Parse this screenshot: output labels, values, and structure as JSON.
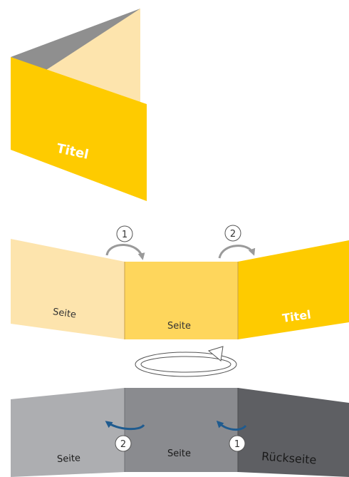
{
  "colors": {
    "panel_light": "#fde4ad",
    "panel_mid": "#fed65c",
    "panel_accent": "#fecb00",
    "edge_dark": "#8f8f8f",
    "back_light": "#adaeb1",
    "back_mid": "#8a8b8f",
    "back_dark": "#5e5f63",
    "arrow_gray": "#9a9a9a",
    "arrow_blue": "#1f5b8f"
  },
  "closed_brochure": {
    "title": "Titel"
  },
  "front_view": {
    "left_panel": "Seite",
    "middle_panel": "Seite",
    "right_panel": "Titel",
    "step_first": "1",
    "step_second": "2"
  },
  "back_view": {
    "left_panel": "Seite",
    "middle_panel": "Seite",
    "right_panel": "Rückseite",
    "step_left": "2",
    "step_right": "1"
  },
  "icons": {
    "fold_arrow": "curved-arrow-icon",
    "flip_arrow": "rotate-icon",
    "step_marker": "numbered-circle-icon"
  }
}
